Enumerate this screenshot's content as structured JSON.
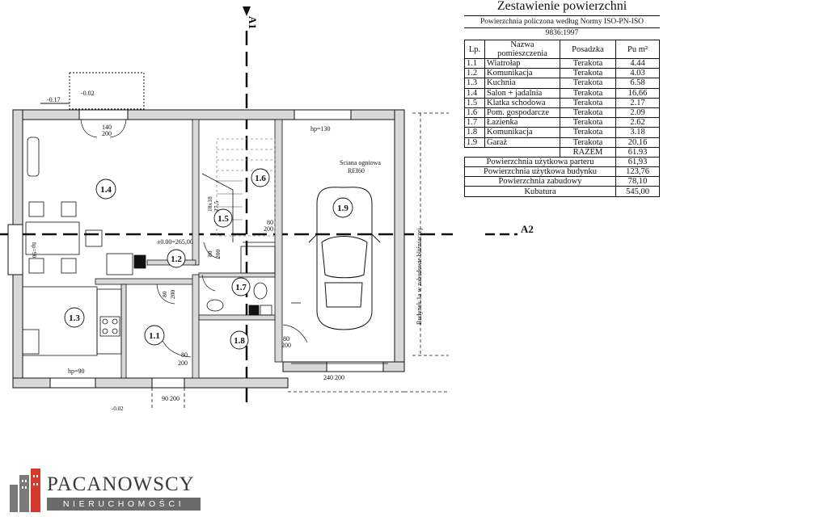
{
  "table": {
    "title": "Zestawienie powierzchni",
    "subtitle": "Powierzchnia policzona według Normy ISO-PN-ISO 9836:1997",
    "headers": [
      "Lp.",
      "Nazwa pomieszczenia",
      "Posadzka",
      "Pu m²"
    ],
    "rows": [
      {
        "lp": "1.1",
        "name": "Wiatrołap",
        "floor": "Terakota",
        "area": "4.44"
      },
      {
        "lp": "1.2",
        "name": "Komunikacja",
        "floor": "Terakota",
        "area": "4.03"
      },
      {
        "lp": "1.3",
        "name": "Kuchnia",
        "floor": "Terakota",
        "area": "6.58"
      },
      {
        "lp": "1.4",
        "name": "Salon + jadalnia",
        "floor": "Terakota",
        "area": "16.66"
      },
      {
        "lp": "1.5",
        "name": "Klatka schodowa",
        "floor": "Terakota",
        "area": "2.17"
      },
      {
        "lp": "1.6",
        "name": "Pom. gospodarcze",
        "floor": "Terakota",
        "area": "2.09"
      },
      {
        "lp": "1.7",
        "name": "Łazienka",
        "floor": "Terakota",
        "area": "2.62"
      },
      {
        "lp": "1.8",
        "name": "Komunikacja",
        "floor": "Terakota",
        "area": "3.18"
      },
      {
        "lp": "1.9",
        "name": "Garaż",
        "floor": "Terakota",
        "area": "20.16"
      }
    ],
    "total_label": "RAZEM",
    "total_value": "61.93",
    "summary": [
      {
        "label": "Powierzchnia użytkowa parteru",
        "value": "61,93"
      },
      {
        "label": "Powierzchnia użytkowa budynku",
        "value": "123,76"
      },
      {
        "label": "Powierzchnia zabudowy",
        "value": "78,10"
      },
      {
        "label": "Kubatura",
        "value": "545,00"
      }
    ]
  },
  "plan": {
    "room_labels": [
      "1.1",
      "1.2",
      "1.3",
      "1.4",
      "1.5",
      "1.6",
      "1.7",
      "1.8",
      "1.9"
    ],
    "section_a1": "A1",
    "section_a2": "A2",
    "fire_wall_line1": "Sciana ogniowa",
    "fire_wall_line2": "REI60",
    "neighbor_note": "Budynek 1a w zabudowie bliźniaczej",
    "window_hp130": "hp=130",
    "window_hp90_left": "hp=90",
    "window_hp90_bottom": "hp=90",
    "level_017": "-0.17",
    "level_002": "-0.02",
    "level_000": "±0.00=265,00",
    "door_140_200": [
      "140",
      "200"
    ],
    "door_80_200_a": [
      "80",
      "200"
    ],
    "door_80_200_b": [
      "80",
      "200"
    ],
    "door_80_200_c": [
      "80",
      "200"
    ],
    "door_80_200_d": [
      "80",
      "200"
    ],
    "door_80_200_e": [
      "80",
      "200"
    ],
    "door_90_200": [
      "90",
      "200"
    ],
    "door_240_200": [
      "240",
      "200"
    ],
    "stairs_note": [
      "18x18",
      "27,5"
    ],
    "bottom_level": "-0.02"
  },
  "logo": {
    "brand": "PACANOWSCY",
    "tagline": "NIERUCHOMOŚCI",
    "colors": {
      "brand": "#3a3a3a",
      "icon_red": "#d23a2a",
      "icon_gray": "#7a7a7a"
    }
  }
}
